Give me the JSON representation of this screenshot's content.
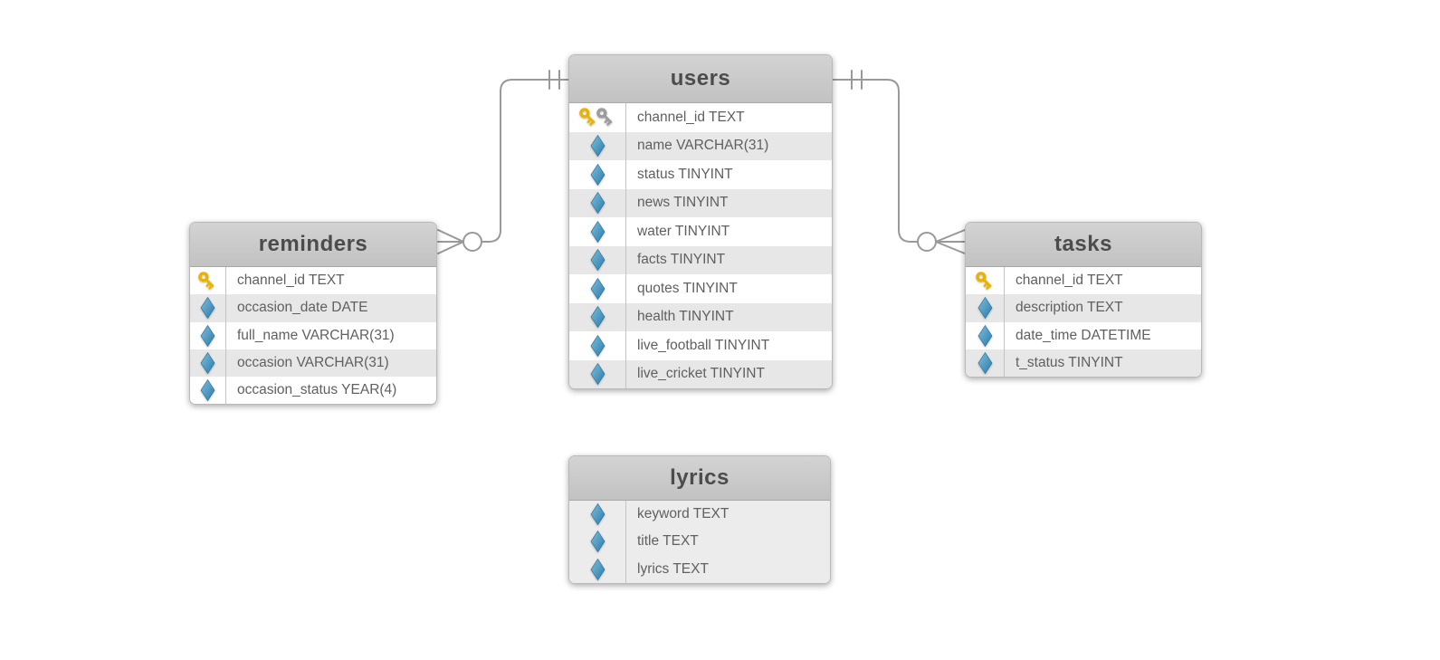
{
  "diagram": {
    "tables": [
      {
        "id": "users",
        "name": "users",
        "fields": [
          {
            "name": "channel_id",
            "type": "TEXT",
            "icon": "key-double"
          },
          {
            "name": "name",
            "type": "VARCHAR(31)",
            "icon": "diamond"
          },
          {
            "name": "status",
            "type": "TINYINT",
            "icon": "diamond"
          },
          {
            "name": "news",
            "type": "TINYINT",
            "icon": "diamond"
          },
          {
            "name": "water",
            "type": "TINYINT",
            "icon": "diamond"
          },
          {
            "name": "facts",
            "type": "TINYINT",
            "icon": "diamond"
          },
          {
            "name": "quotes",
            "type": "TINYINT",
            "icon": "diamond"
          },
          {
            "name": "health",
            "type": "TINYINT",
            "icon": "diamond"
          },
          {
            "name": "live_football",
            "type": "TINYINT",
            "icon": "diamond"
          },
          {
            "name": "live_cricket",
            "type": "TINYINT",
            "icon": "diamond"
          }
        ]
      },
      {
        "id": "reminders",
        "name": "reminders",
        "fields": [
          {
            "name": "channel_id",
            "type": "TEXT",
            "icon": "key"
          },
          {
            "name": "occasion_date",
            "type": "DATE",
            "icon": "diamond"
          },
          {
            "name": "full_name",
            "type": "VARCHAR(31)",
            "icon": "diamond"
          },
          {
            "name": "occasion",
            "type": "VARCHAR(31)",
            "icon": "diamond"
          },
          {
            "name": "occasion_status",
            "type": "YEAR(4)",
            "icon": "diamond"
          }
        ]
      },
      {
        "id": "tasks",
        "name": "tasks",
        "fields": [
          {
            "name": "channel_id",
            "type": "TEXT",
            "icon": "key"
          },
          {
            "name": "description",
            "type": "TEXT",
            "icon": "diamond"
          },
          {
            "name": "date_time",
            "type": "DATETIME",
            "icon": "diamond"
          },
          {
            "name": "t_status",
            "type": "TINYINT",
            "icon": "diamond"
          }
        ]
      },
      {
        "id": "lyrics",
        "name": "lyrics",
        "fields": [
          {
            "name": "keyword",
            "type": "TEXT",
            "icon": "diamond"
          },
          {
            "name": "title",
            "type": "TEXT",
            "icon": "diamond"
          },
          {
            "name": "lyrics",
            "type": "TEXT",
            "icon": "diamond"
          }
        ]
      }
    ],
    "relations": [
      {
        "from": "users",
        "to": "reminders",
        "from_cardinality": "one-and-only-one",
        "to_cardinality": "zero-or-many"
      },
      {
        "from": "users",
        "to": "tasks",
        "from_cardinality": "one-and-only-one",
        "to_cardinality": "zero-or-many"
      }
    ],
    "icon_legend": {
      "key": "primary-key-icon",
      "key-double": "primary-key-icon and unique-key-icon",
      "diamond": "attribute-icon"
    },
    "colors": {
      "canvas_bg": "#ffffff",
      "header_bg": "#c9c9c9",
      "row_bg": "#ffffff",
      "row_alt_bg": "#e7e7e7",
      "lyrics_body_bg": "#ececec",
      "title_text": "#4c4c4c",
      "row_text": "#606060",
      "connector_line": "#999999",
      "key_gold": "#ecb200",
      "key_gray": "#9c9c9c",
      "diamond_blue_light": "#7fc0de",
      "diamond_blue_dark": "#2a79a8"
    }
  }
}
